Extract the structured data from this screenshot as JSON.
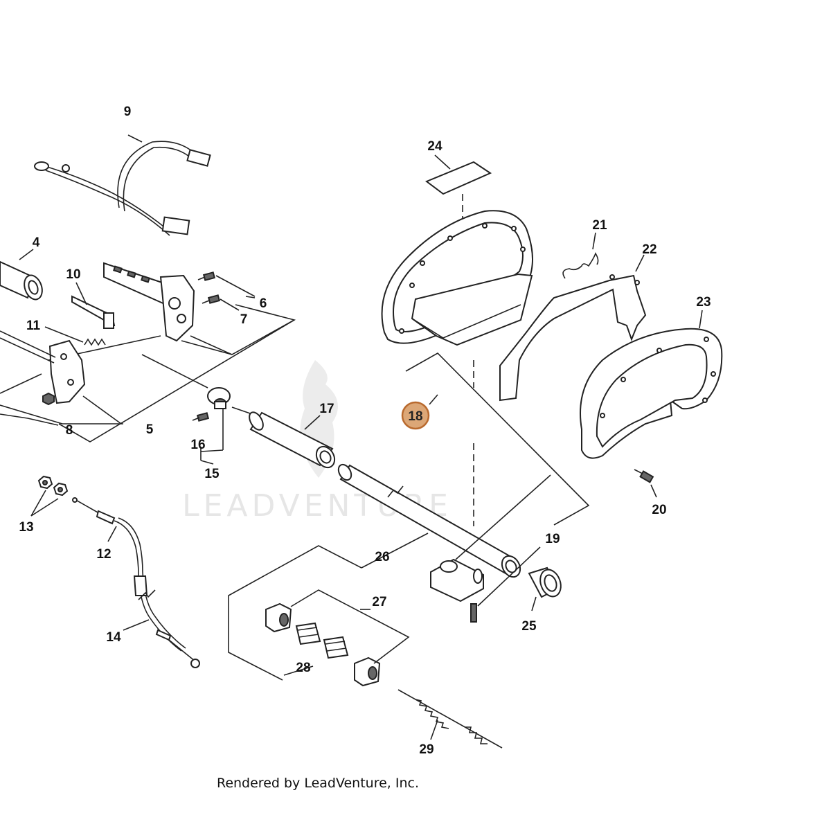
{
  "labels": {
    "p4": "4",
    "p5": "5",
    "p6": "6",
    "p7": "7",
    "p8": "8",
    "p9": "9",
    "p10": "10",
    "p11": "11",
    "p12": "12",
    "p13": "13",
    "p14": "14",
    "p15": "15",
    "p16": "16",
    "p17": "17",
    "p18": "18",
    "p19": "19",
    "p20": "20",
    "p21": "21",
    "p22": "22",
    "p23": "23",
    "p24": "24",
    "p25": "25",
    "p26": "26",
    "p27": "27",
    "p28": "28",
    "p29": "29"
  },
  "watermark": "LEADVENTURE",
  "footer": "Rendered by LeadVenture, Inc.",
  "highlight_color": "#dca777",
  "highlight_border": "#b96a2e"
}
